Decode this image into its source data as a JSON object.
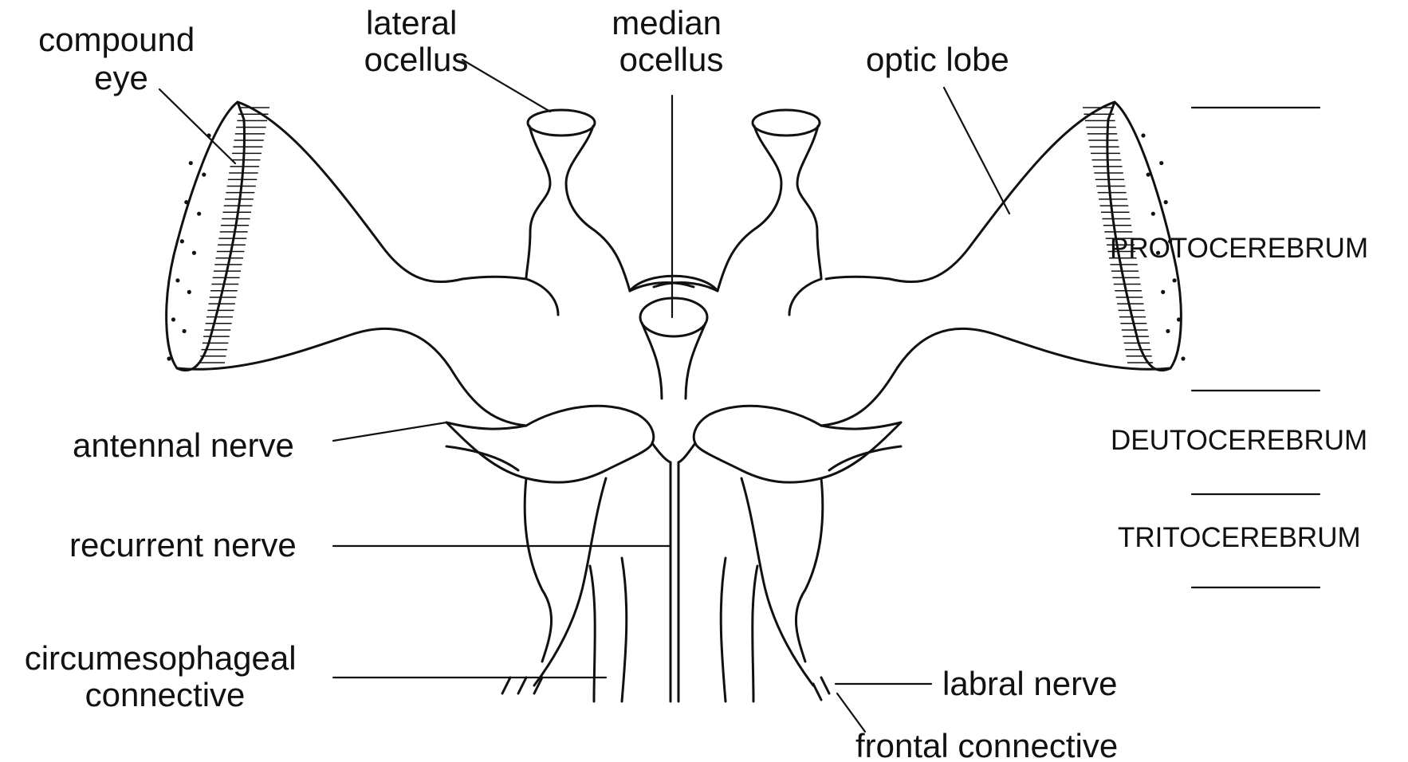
{
  "labels": {
    "compound_eye": [
      "compound",
      "eye"
    ],
    "lateral_ocellus": [
      "lateral",
      "ocellus"
    ],
    "median_ocellus": [
      "median",
      "ocellus"
    ],
    "optic_lobe": "optic lobe",
    "antennal_nerve": "antennal nerve",
    "recurrent_nerve": "recurrent nerve",
    "circumesophageal_connective": [
      "circumesophageal",
      "connective"
    ],
    "labral_nerve": "labral nerve",
    "frontal_connective": "frontal connective"
  },
  "regions": {
    "protocerebrum": "PROTOCEREBRUM",
    "deutocerebrum": "DEUTOCEREBRUM",
    "tritocerebrum": "TRITOCEREBRUM"
  }
}
